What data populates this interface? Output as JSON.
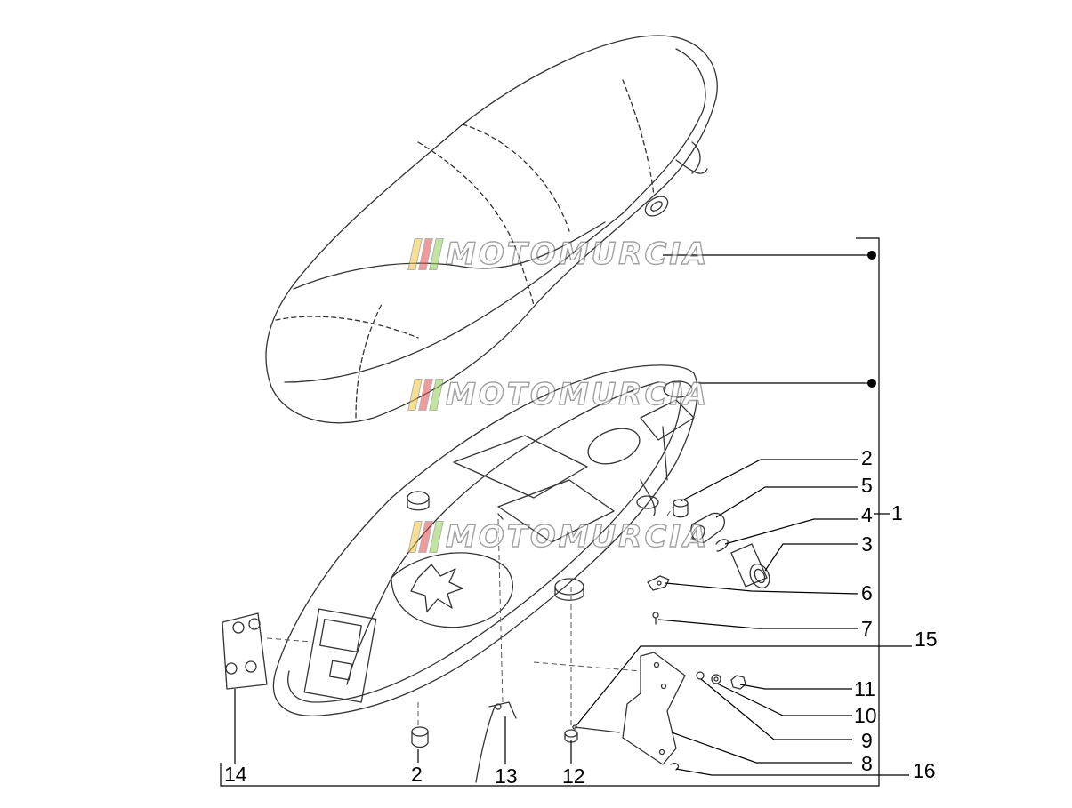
{
  "watermark": {
    "text": "MOTOMURCIA",
    "colors": [
      "#f4c542",
      "#e24b4b",
      "#8fd14f"
    ]
  },
  "colors": {
    "line": "#000000",
    "drawing": "#333333"
  },
  "callouts": {
    "c1": "1",
    "c2a": "2",
    "c2b": "2",
    "c3": "3",
    "c4": "4",
    "c5": "5",
    "c6": "6",
    "c7": "7",
    "c8": "8",
    "c9": "9",
    "c10": "10",
    "c11": "11",
    "c12": "12",
    "c13": "13",
    "c14": "14",
    "c15": "15",
    "c16": "16"
  }
}
